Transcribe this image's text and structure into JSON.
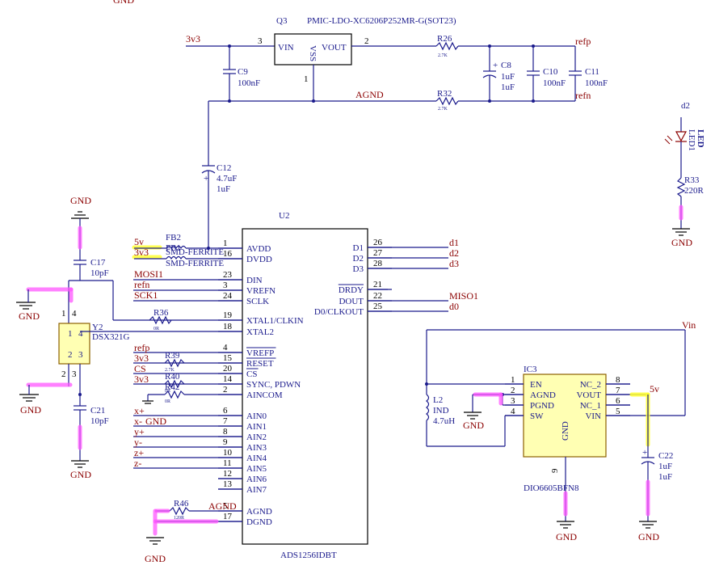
{
  "nets": {
    "gnd": "GND",
    "v3v3": "3v3",
    "v5v": "5v",
    "agnd": "AGND",
    "refp": "refp",
    "refn": "refn",
    "vin": "Vin",
    "mosi": "MOSI1",
    "sck": "SCK1",
    "miso": "MISO1",
    "cs": "CS",
    "d0": "d0",
    "d1": "d1",
    "d2": "d2",
    "d3": "d3",
    "xp": "x+",
    "xm": "x-",
    "yp": "y+",
    "ym": "y-",
    "zp": "z+",
    "zm": "z-"
  },
  "q3": {
    "designator": "Q3",
    "part": "PMIC-LDO-XC6206P252MR-G(SOT23)",
    "pin_vin": "VIN",
    "pin_vout": "VOUT",
    "pin_vss": "VSS",
    "n1": "1",
    "n2": "2",
    "n3": "3"
  },
  "passives": {
    "r26": {
      "des": "R26",
      "val": "2.7K"
    },
    "r32": {
      "des": "R32",
      "val": "2.7K"
    },
    "r33": {
      "des": "R33",
      "val": "220R"
    },
    "r36": {
      "des": "R36",
      "val": "0R"
    },
    "r39": {
      "des": "R39",
      "val": "2.7K"
    },
    "r40": {
      "des": "R40",
      "val": "0R"
    },
    "r42": {
      "des": "R42",
      "val": "0R"
    },
    "r46": {
      "des": "R46",
      "val": "120R"
    },
    "c8": {
      "des": "C8",
      "val": "1uF",
      "val2": "1uF"
    },
    "c9": {
      "des": "C9",
      "val": "100nF"
    },
    "c10": {
      "des": "C10",
      "val": "100nF"
    },
    "c11": {
      "des": "C11",
      "val": "100nF"
    },
    "c12": {
      "des": "C12",
      "val": "4.7uF",
      "val2": "1uF"
    },
    "c17": {
      "des": "C17",
      "val": "10pF"
    },
    "c21": {
      "des": "C21",
      "val": "10pF"
    },
    "c22": {
      "des": "C22",
      "val": "1uF",
      "val2": "1uF"
    },
    "fb2": {
      "des": "FB2",
      "val": "SMD-FERRITE"
    },
    "fb1": {
      "des": "FB1",
      "val": "SMD-FERRITE"
    },
    "l2": {
      "des": "L2",
      "val": "IND",
      "val2": "4.7uH"
    },
    "y2": {
      "des": "Y2",
      "val": "DSX321G"
    },
    "d2": {
      "des": "d2",
      "val": "LED1",
      "val2": "LED"
    }
  },
  "u2": {
    "designator": "U2",
    "part": "ADS1256IDBT",
    "left_pins": [
      {
        "num": "1",
        "name": "AVDD"
      },
      {
        "num": "16",
        "name": "DVDD"
      },
      {
        "num": "23",
        "name": "DIN"
      },
      {
        "num": "3",
        "name": "VREFN"
      },
      {
        "num": "24",
        "name": "SCLK"
      },
      {
        "num": "19",
        "name": "XTAL1/CLKIN"
      },
      {
        "num": "18",
        "name": "XTAL2"
      },
      {
        "num": "4",
        "name": "VREFP"
      },
      {
        "num": "15",
        "name": "RESET"
      },
      {
        "num": "20",
        "name": "CS"
      },
      {
        "num": "14",
        "name": "SYNC, PDWN"
      },
      {
        "num": "2",
        "name": "AINCOM"
      },
      {
        "num": "6",
        "name": "AIN0"
      },
      {
        "num": "7",
        "name": "AIN1"
      },
      {
        "num": "8",
        "name": "AIN2"
      },
      {
        "num": "9",
        "name": "AIN3"
      },
      {
        "num": "10",
        "name": "AIN4"
      },
      {
        "num": "11",
        "name": "AIN5"
      },
      {
        "num": "12",
        "name": "AIN6"
      },
      {
        "num": "13",
        "name": "AIN7"
      },
      {
        "num": "5",
        "name": "AGND"
      },
      {
        "num": "17",
        "name": "DGND"
      }
    ],
    "right_pins": [
      {
        "num": "26",
        "name": "D1"
      },
      {
        "num": "27",
        "name": "D2"
      },
      {
        "num": "28",
        "name": "D3"
      },
      {
        "num": "21",
        "name": "DRDY"
      },
      {
        "num": "22",
        "name": "DOUT"
      },
      {
        "num": "25",
        "name": "D0/CLKOUT"
      }
    ]
  },
  "ic3": {
    "designator": "IC3",
    "part": "DIO6605BFN8",
    "left_pins": [
      {
        "num": "1",
        "name": "EN"
      },
      {
        "num": "2",
        "name": "AGND"
      },
      {
        "num": "3",
        "name": "PGND"
      },
      {
        "num": "4",
        "name": "SW"
      }
    ],
    "right_pins": [
      {
        "num": "8",
        "name": "NC_2"
      },
      {
        "num": "7",
        "name": "VOUT"
      },
      {
        "num": "6",
        "name": "NC_1"
      },
      {
        "num": "5",
        "name": "VIN"
      }
    ],
    "bottom_pin": {
      "num": "9",
      "name": "GND"
    }
  },
  "y2_pins": {
    "p1": "1",
    "p2": "2",
    "p3": "3",
    "p4": "4"
  }
}
